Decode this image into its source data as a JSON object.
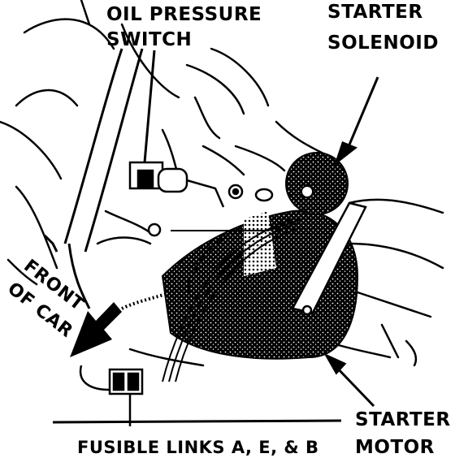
{
  "labels": {
    "oil_pressure_line1": "OIL PRESSURE",
    "oil_pressure_line2": "SWITCH",
    "starter_solenoid_line1": "STARTER",
    "starter_solenoid_line2": "SOLENOID",
    "front_of_car_line1": "FRONT",
    "front_of_car_line2": "OF CAR",
    "starter_motor_line1": "STARTER",
    "starter_motor_line2": "MOTOR",
    "fusible_links": "FUSIBLE LINKS A, E, & B"
  },
  "colors": {
    "ink": "#000000",
    "paper": "#ffffff"
  }
}
